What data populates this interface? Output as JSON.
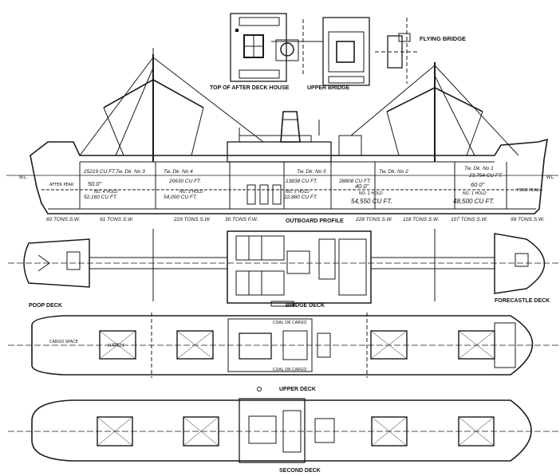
{
  "labels": {
    "flying_bridge": "FLYING BRIDGE",
    "top_after_deckhouse": "TOP OF AFTER DECK HOUSE",
    "upper_bridge": "UPPER BRIDGE",
    "outboard_profile": "OUTBOARD PROFILE",
    "poop_deck": "POOP DECK",
    "bridge_deck": "BRIDGE DECK",
    "forecastle_deck": "FORECASTLE DECK",
    "upper_deck": "UPPER DECK",
    "second_deck": "SECOND DECK",
    "coal_or_cargo_top": "COAL OR CARGO",
    "coal_or_cargo_bottom": "COAL OR CARGO",
    "wl_aft": "W.L.",
    "wl_fwd": "W.L.",
    "after_peak": "AFTER PEAK",
    "fore_peak": "FORE PEAK",
    "cargo_space": "CARGO SPACE",
    "hatch": "HATCH"
  },
  "profile": {
    "tween_decks": [
      {
        "label": "Tw. Dk. No 3",
        "cu": "25219 CU FT."
      },
      {
        "label": "Tw. Dk. No 4",
        "cu": "20630 CU FT."
      },
      {
        "label": "Tw. Dk. No 5",
        "cu": "13838 CU FT."
      },
      {
        "label": "Tw. Dk. No 2",
        "cu": "28808 CU FT."
      },
      {
        "label": "Tw. Dk. No 1",
        "cu": "23,754 CU FT."
      }
    ],
    "holds": [
      {
        "name": "NO. 4 HOLD",
        "cu": "52,160 CU FT."
      },
      {
        "name": "NO. 3 HOLD",
        "cu": "54,000 CU FT."
      },
      {
        "name": "NO. 5 HOLD",
        "cu": "22,880 CU FT."
      },
      {
        "name": "NO. 2 HOLD",
        "cu": "54,550 CU FT."
      },
      {
        "name": "NO. 1 HOLD",
        "cu": "48,500 CU FT."
      }
    ],
    "dims": [
      "50.0\"",
      "40.0\"",
      "60.0\""
    ],
    "tonnages": [
      "60 TONS S.W.",
      "91 TONS S.W.",
      "229 TONS S.W.",
      "30 TONS F.W.",
      "228 TONS S.W.",
      "118 TONS S.W.",
      "107 TONS S.W.",
      "99 TONS S.W."
    ]
  }
}
